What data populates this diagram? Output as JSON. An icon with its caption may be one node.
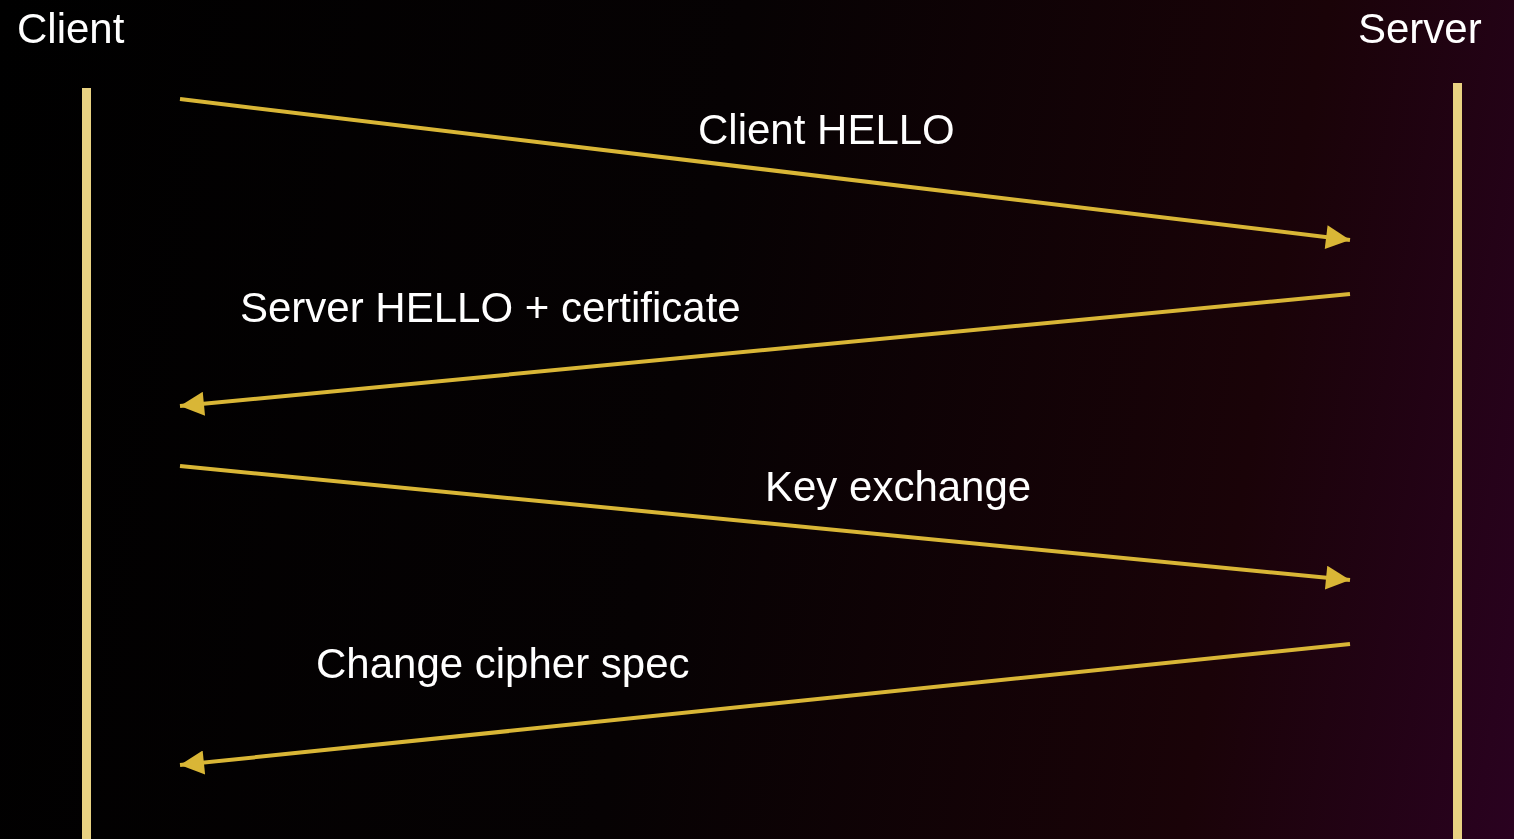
{
  "diagram": {
    "nodes": [
      {
        "text": [
          "Client"
        ]
      },
      {
        "text": [
          "Server"
        ]
      }
    ],
    "edges": [
      {
        "from": 0,
        "to": 1,
        "arrow": "to",
        "label": "Client HELLO"
      },
      {
        "from": 1,
        "to": 0,
        "arrow": "to",
        "label": "Server HELLO + certificate"
      },
      {
        "from": 0,
        "to": 1,
        "arrow": "to",
        "label": "Key exchange"
      },
      {
        "from": 1,
        "to": 0,
        "arrow": "to",
        "label": "Change cipher spec"
      }
    ]
  }
}
